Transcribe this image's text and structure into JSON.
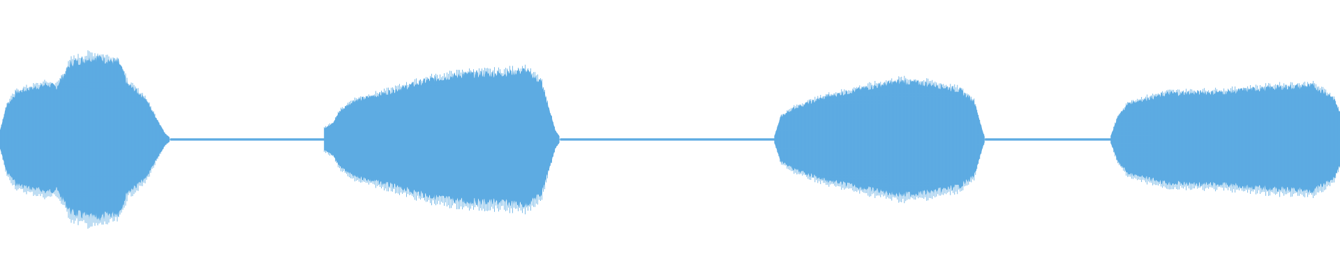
{
  "waveform": {
    "color": "#5dabe2",
    "background": "#ffffff",
    "segments": [
      {
        "name": "clip-1",
        "kind": "sound",
        "start": 0.0,
        "end": 0.127,
        "profile": [
          [
            0,
            0.12
          ],
          [
            0.04,
            0.45
          ],
          [
            0.1,
            0.62
          ],
          [
            0.28,
            0.72
          ],
          [
            0.33,
            0.68
          ],
          [
            0.42,
            1.0
          ],
          [
            0.55,
            1.08
          ],
          [
            0.7,
            1.0
          ],
          [
            0.75,
            0.72
          ],
          [
            0.85,
            0.55
          ],
          [
            0.97,
            0.08
          ],
          [
            1,
            0.02
          ]
        ]
      },
      {
        "name": "gap-1",
        "kind": "silence",
        "start": 0.127,
        "end": 0.242,
        "level": 0.015
      },
      {
        "name": "clip-2",
        "kind": "sound",
        "start": 0.242,
        "end": 0.418,
        "profile": [
          [
            0,
            0.15
          ],
          [
            0.04,
            0.22
          ],
          [
            0.06,
            0.35
          ],
          [
            0.12,
            0.5
          ],
          [
            0.25,
            0.6
          ],
          [
            0.45,
            0.78
          ],
          [
            0.6,
            0.85
          ],
          [
            0.75,
            0.86
          ],
          [
            0.85,
            0.9
          ],
          [
            0.92,
            0.75
          ],
          [
            0.98,
            0.12
          ],
          [
            1,
            0.03
          ]
        ]
      },
      {
        "name": "gap-2",
        "kind": "silence",
        "start": 0.418,
        "end": 0.578,
        "level": 0.015
      },
      {
        "name": "clip-3",
        "kind": "sound",
        "start": 0.578,
        "end": 0.735,
        "profile": [
          [
            0,
            0.05
          ],
          [
            0.03,
            0.3
          ],
          [
            0.1,
            0.42
          ],
          [
            0.25,
            0.56
          ],
          [
            0.45,
            0.68
          ],
          [
            0.6,
            0.76
          ],
          [
            0.75,
            0.72
          ],
          [
            0.88,
            0.64
          ],
          [
            0.95,
            0.5
          ],
          [
            0.99,
            0.1
          ],
          [
            1,
            0.03
          ]
        ]
      },
      {
        "name": "gap-3",
        "kind": "silence",
        "start": 0.735,
        "end": 0.829,
        "level": 0.015
      },
      {
        "name": "clip-4",
        "kind": "sound",
        "start": 0.829,
        "end": 1.0,
        "profile": [
          [
            0,
            0.05
          ],
          [
            0.03,
            0.3
          ],
          [
            0.08,
            0.48
          ],
          [
            0.25,
            0.6
          ],
          [
            0.5,
            0.62
          ],
          [
            0.72,
            0.68
          ],
          [
            0.88,
            0.7
          ],
          [
            0.93,
            0.62
          ],
          [
            0.97,
            0.55
          ],
          [
            1,
            0.35
          ]
        ]
      }
    ]
  }
}
